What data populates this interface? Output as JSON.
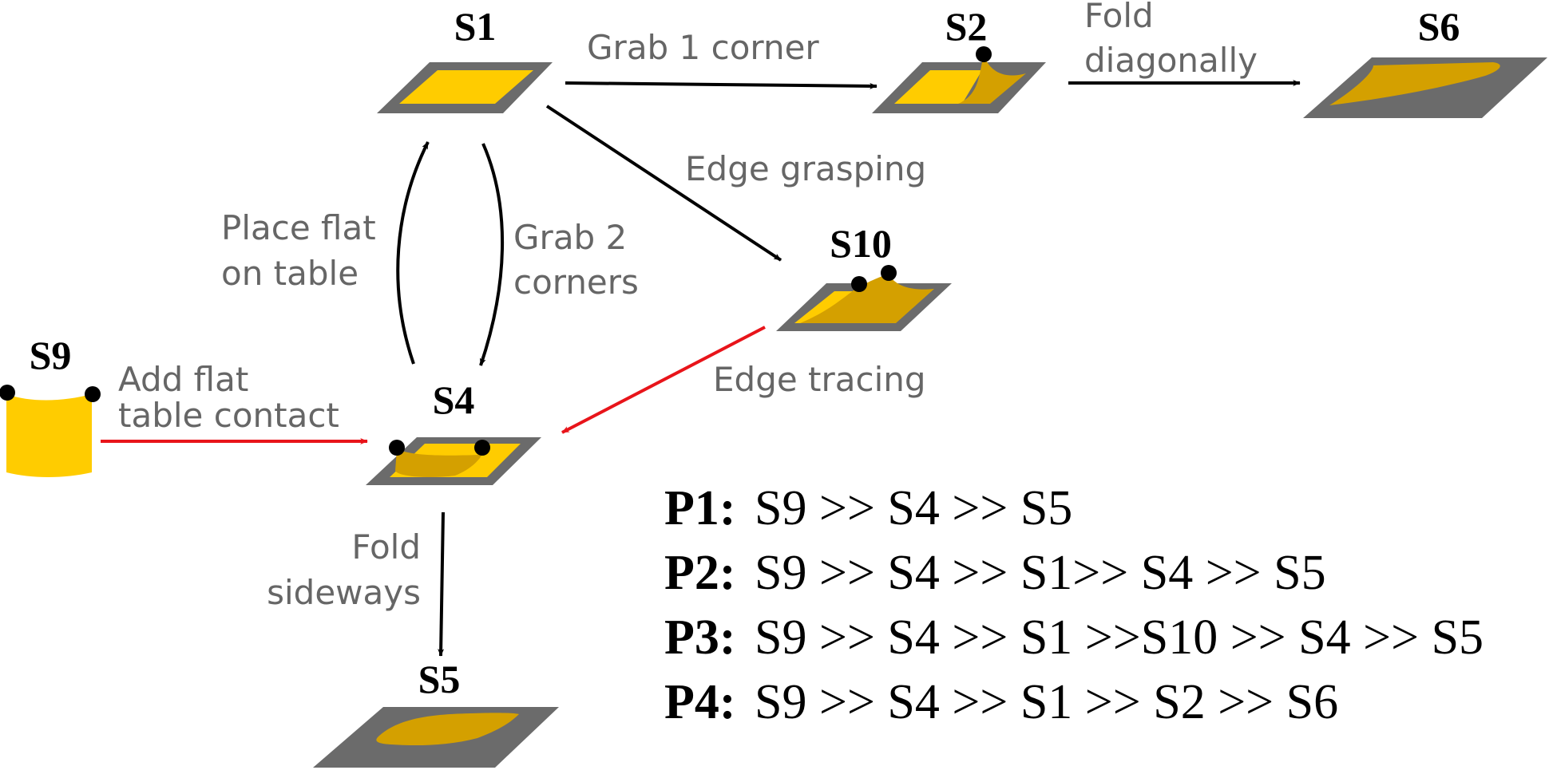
{
  "states": {
    "s1": "S1",
    "s2": "S2",
    "s6": "S6",
    "s10": "S10",
    "s9": "S9",
    "s4": "S4",
    "s5": "S5"
  },
  "transitions": {
    "grab_1_corner": "Grab 1 corner",
    "fold_diagonally_1": "Fold",
    "fold_diagonally_2": "diagonally",
    "edge_grasping": "Edge grasping",
    "place_flat_1": "Place flat",
    "place_flat_2": "on table",
    "grab_2_corners_1": "Grab 2",
    "grab_2_corners_2": "corners",
    "add_flat_1": "Add flat",
    "add_flat_2": "table contact",
    "edge_tracing": "Edge tracing",
    "fold_sideways_1": "Fold",
    "fold_sideways_2": "sideways"
  },
  "paths": [
    {
      "key": "P1:",
      "sequence": "S9 >> S4 >> S5"
    },
    {
      "key": "P2:",
      "sequence": "S9 >> S4 >> S1>> S4 >> S5"
    },
    {
      "key": "P3:",
      "sequence": "S9 >> S4 >> S1 >>S10 >> S4 >> S5"
    },
    {
      "key": "P4:",
      "sequence": "S9 >> S4 >> S1 >> S2 >> S6"
    }
  ],
  "colors": {
    "cloth": "#ffcc00",
    "cloth_shadow": "#d4a000",
    "tray": "#6b6b6b",
    "arrow": "#000000",
    "highlight_arrow": "#e8141a",
    "label_text": "#666666"
  }
}
